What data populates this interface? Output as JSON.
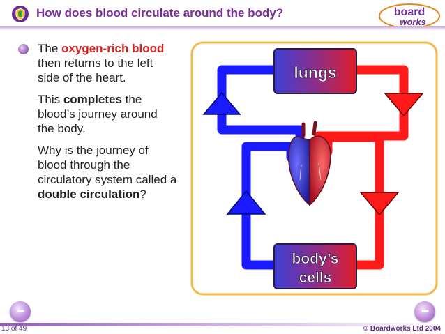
{
  "header": {
    "title": "How does blood circulate around the body?",
    "brand_top": "board",
    "brand_bottom": "works"
  },
  "content": {
    "p1_pre": "The ",
    "p1_highlight": "oxygen-rich blood",
    "p1_post": " then returns to the left side of the heart.",
    "p2_pre": "This ",
    "p2_bold": "completes",
    "p2_post": " the blood’s journey around the body.",
    "p3_pre": "Why is the journey of blood through the circulatory system called a ",
    "p3_bold": "double circulation",
    "p3_post": "?"
  },
  "diagram": {
    "lungs_label": "lungs",
    "cells_label_line1": "body’s",
    "cells_label_line2": "cells"
  },
  "footer": {
    "page": "13 of 49",
    "copyright": "© Boardworks Ltd 2004",
    "prev_glyph": "•••",
    "next_glyph": "•••"
  },
  "colors": {
    "title": "#7a2b99",
    "oxygen_rich": "#d81e1e",
    "oxygenated_vessel": "#ff1a1a",
    "deoxygenated_vessel": "#1a1aff",
    "frame": "#f2b94a"
  }
}
